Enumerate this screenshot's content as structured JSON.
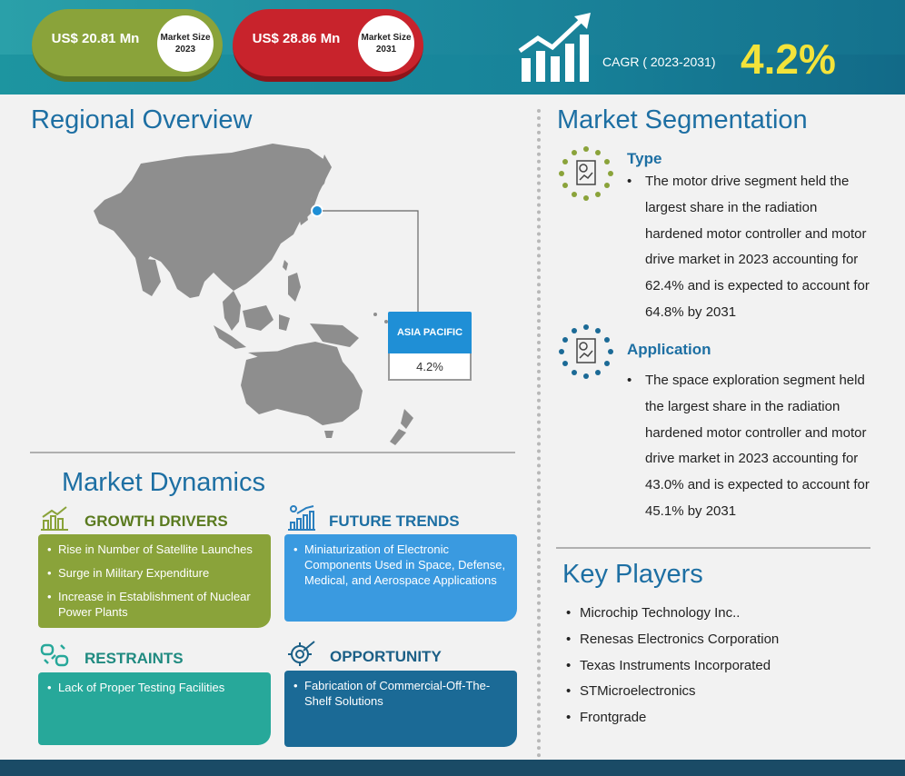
{
  "header": {
    "market_2023_value": "US$ 20.81 Mn",
    "market_2023_label": "Market Size 2023",
    "market_2031_value": "US$ 28.86 Mn",
    "market_2031_label": "Market Size 2031",
    "cagr_label": "CAGR ( 2023-2031)",
    "cagr_value": "4.2%",
    "icon": "growth-chart-icon",
    "colors": {
      "green": "#8aa33a",
      "red": "#c8232c",
      "teal": "#1c8a9e",
      "yellow": "#f3e33a"
    }
  },
  "regional": {
    "title": "Regional Overview",
    "region_name": "ASIA PACIFIC",
    "region_value": "4.2%"
  },
  "dynamics": {
    "title": "Market Dynamics",
    "growth_drivers": {
      "heading": "GROWTH DRIVERS",
      "icon": "bar-chart-icon",
      "color": "#8aa33a",
      "items": [
        "Rise in Number of Satellite Launches",
        "Surge in Military Expenditure",
        "Increase in Establishment of Nuclear Power Plants"
      ]
    },
    "future_trends": {
      "heading": "FUTURE TRENDS",
      "icon": "trend-chart-icon",
      "color": "#3a9ae0",
      "items": [
        "Miniaturization of Electronic Components Used in Space, Defense, Medical, and Aerospace Applications"
      ]
    },
    "restraints": {
      "heading": "RESTRAINTS",
      "icon": "broken-chain-icon",
      "color": "#27a89a",
      "items": [
        "Lack of Proper Testing Facilities"
      ]
    },
    "opportunity": {
      "heading": "OPPORTUNITY",
      "icon": "gear-target-icon",
      "color": "#1b6a96",
      "items": [
        "Fabrication of Commercial-Off-The-Shelf Solutions"
      ]
    }
  },
  "segmentation": {
    "title": "Market Segmentation",
    "type": {
      "heading": "Type",
      "icon": "document-chart-icon",
      "lines": [
        "The motor drive segment held the",
        "largest share in the radiation",
        "hardened motor controller and motor",
        "drive market in 2023 accounting for",
        "62.4% and is expected to account for",
        "64.8% by 2031"
      ]
    },
    "application": {
      "heading": "Application",
      "icon": "document-chart-icon",
      "lines": [
        "The space exploration segment held",
        "the largest share in the radiation",
        "hardened motor controller and motor",
        "drive market in 2023 accounting for",
        "43.0% and is expected to account for",
        "45.1% by 2031"
      ]
    }
  },
  "key_players": {
    "title": "Key Players",
    "items": [
      "Microchip Technology Inc..",
      "Renesas Electronics Corporation",
      "Texas Instruments Incorporated",
      "STMicroelectronics",
      "Frontgrade"
    ]
  }
}
